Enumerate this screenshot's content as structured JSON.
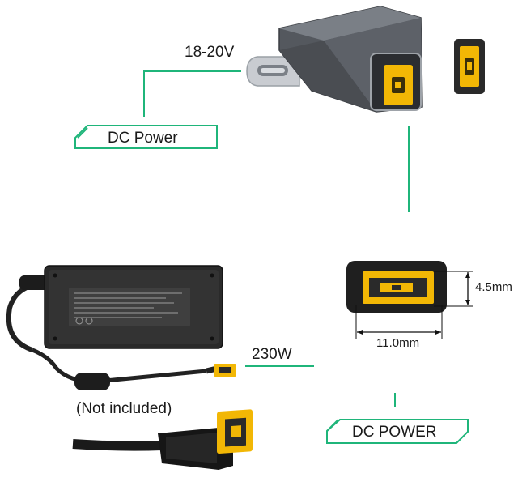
{
  "labels": {
    "input_voltage": "18-20V",
    "top_banner": "DC Power",
    "adapter_wattage": "230W",
    "not_included_note": "(Not included)",
    "bottom_banner": "DC POWER",
    "port_height": "4.5mm",
    "port_width": "11.0mm"
  },
  "colors": {
    "accent_green": "#1fb57a",
    "connector_yellow": "#f2b705",
    "adapter_black": "#2a2a2a",
    "adapter_metal": "#6e7278"
  }
}
